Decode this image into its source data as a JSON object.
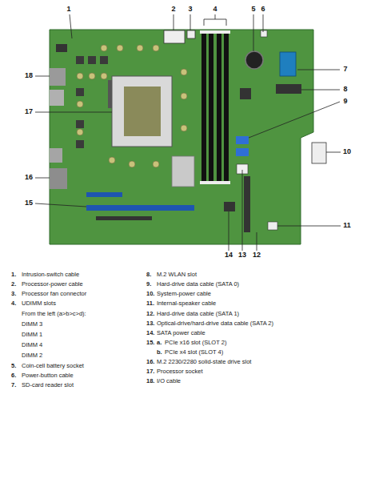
{
  "diagram": {
    "labels": [
      "1",
      "2",
      "3",
      "4",
      "5",
      "6",
      "7",
      "8",
      "9",
      "10",
      "11",
      "12",
      "13",
      "14",
      "15",
      "16",
      "17",
      "18",
      "1.",
      "Intrusion-switch cable",
      "2.",
      "Processor-power cable",
      "3.",
      "Processor fan connector",
      "4.",
      "UDIMM slots",
      "From the left (a>b>c>d):",
      "DIMM 3",
      "DIMM 1",
      "DIMM 4",
      "DIMM 2",
      "5.",
      "Coin-cell battery socket",
      "6.",
      "Power-button cable",
      "7.",
      "SD-card reader slot",
      "8.",
      "M.2 WLAN slot",
      "9.",
      "Hard-drive data cable (SATA 0)",
      "10.",
      "System-power cable",
      "11.",
      "Internal-speaker cable",
      "12.",
      "Hard-drive data cable (SATA 1)",
      "13.",
      "Optical-drive/hard-drive data cable (SATA 2)",
      "14.",
      "SATA power cable",
      "15.",
      "a.",
      "PCIe x16 slot (SLOT 2)",
      "b.",
      "PCIe x4 slot (SLOT 4)",
      "16.",
      "M.2 2230/2280 solid-state drive slot",
      "17.",
      "Processor socket",
      "18.",
      "I/O cable"
    ]
  }
}
